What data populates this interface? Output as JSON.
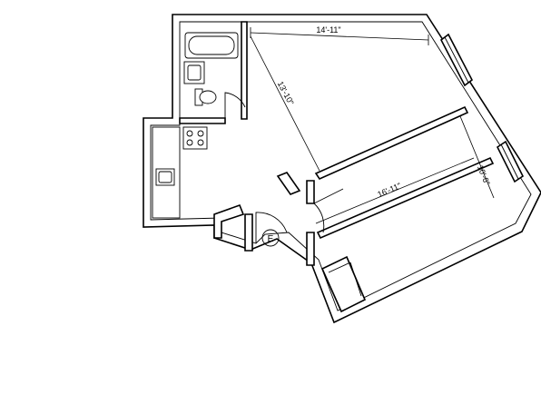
{
  "floorplan": {
    "dimensions": {
      "living_width": "14'-11\"",
      "living_depth": "13'-10\"",
      "bedroom_width": "16'-11\"",
      "bedroom_depth": "10'-6\""
    },
    "entry_label": "E"
  }
}
